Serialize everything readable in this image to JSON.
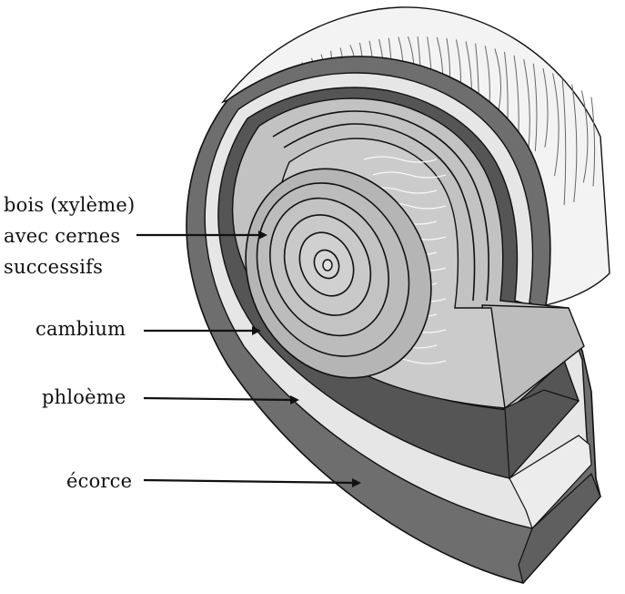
{
  "labels": {
    "xylem_line1": "bois (xylème)",
    "xylem_line2": "avec cernes",
    "xylem_line3": "successifs",
    "cambium": "cambium",
    "phloem": "phloème",
    "bark": "écorce"
  },
  "colors": {
    "bark": "#6e6e6e",
    "phloem": "#e6e6e6",
    "cambium": "#555555",
    "wood": "#b9b9b9",
    "wood_light": "#c9c9c9",
    "background": "#ffffff"
  }
}
